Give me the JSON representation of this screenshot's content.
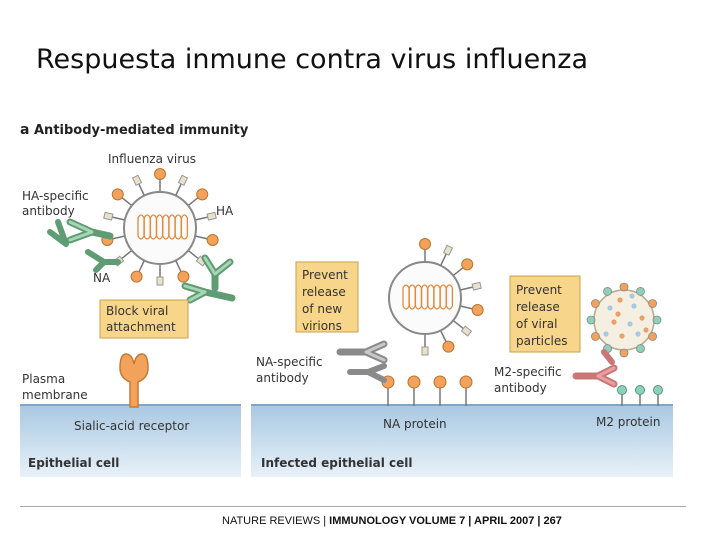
{
  "slide": {
    "title": "Respuesta inmune contra virus influenza"
  },
  "figure": {
    "panel_letter": "a",
    "panel_title": "Antibody-mediated immunity",
    "left": {
      "virus_label": "Influenza virus",
      "ha_antibody_line1": "HA-specific",
      "ha_antibody_line2": "antibody",
      "ha_label": "HA",
      "na_label": "NA",
      "block_line1": "Block viral",
      "block_line2": "attachment",
      "plasma_line1": "Plasma",
      "plasma_line2": "membrane",
      "receptor_label": "Sialic-acid receptor",
      "cell_label": "Epithelial cell"
    },
    "right": {
      "prevent1_lines": [
        "Prevent",
        "release",
        "of new",
        "virions"
      ],
      "prevent2_lines": [
        "Prevent",
        "release",
        "of viral",
        "particles"
      ],
      "na_antibody_line1": "NA-specific",
      "na_antibody_line2": "antibody",
      "m2_antibody_line1": "M2-specific",
      "m2_antibody_line2": "antibody",
      "na_protein_label": "NA protein",
      "m2_protein_label": "M2 protein",
      "cell_label": "Infected epithelial cell"
    },
    "colors": {
      "membrane_blue": "#b8d3e8",
      "box_fill": "#f7d58a",
      "ha_orange": "#f2a25a",
      "antibody_green": "#8cc4a0",
      "antibody_pink": "#eaa0a0",
      "m2_teal": "#8fd0b8"
    }
  },
  "footer": {
    "journal": "NATURE REVIEWS | ",
    "rest": "IMMUNOLOGY VOLUME 7 | APRIL 2007 | 267"
  }
}
